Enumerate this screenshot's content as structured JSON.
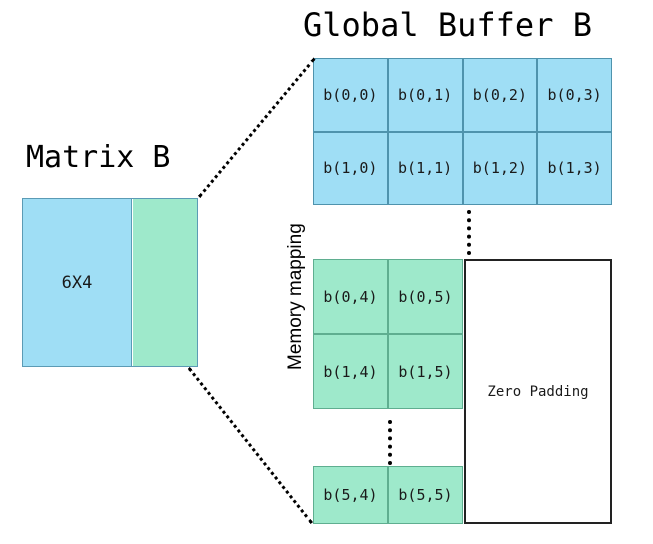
{
  "diagram": {
    "headings": {
      "global_buffer": "Global Buffer B",
      "matrix": "Matrix B"
    },
    "arrow_label": "Memory mapping",
    "matrix": {
      "dims_label": "6X4",
      "blue_color": "#9FDEF5",
      "green_color": "#9EE9CB"
    },
    "buffer": {
      "blue_rows": [
        [
          "b(0,0)",
          "b(0,1)",
          "b(0,2)",
          "b(0,3)"
        ],
        [
          "b(1,0)",
          "b(1,1)",
          "b(1,2)",
          "b(1,3)"
        ]
      ],
      "green_top_rows": [
        [
          "b(0,4)",
          "b(0,5)"
        ],
        [
          "b(1,4)",
          "b(1,5)"
        ]
      ],
      "green_bottom_rows": [
        [
          "b(5,4)",
          "b(5,5)"
        ]
      ],
      "zero_padding_label": "Zero Padding"
    }
  }
}
